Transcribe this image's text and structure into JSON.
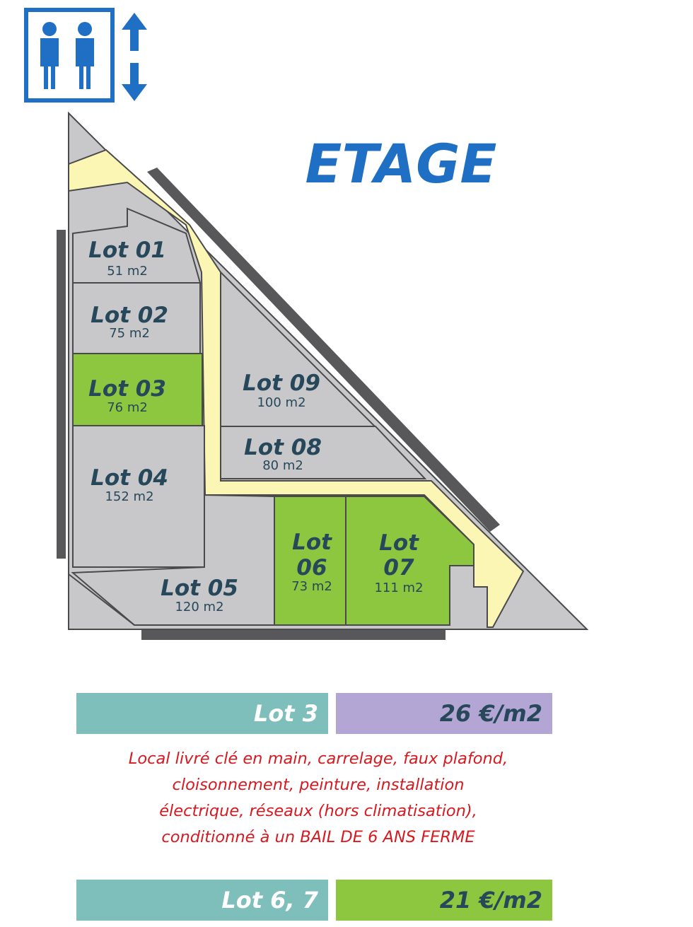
{
  "floor_title": "ETAGE",
  "colors": {
    "lot_available": "#8dc63f",
    "lot_standard": "#c8c8ca",
    "corridor": "#fbf6b3",
    "outline": "#4a4a4c",
    "wall": "#58585a",
    "brand_blue": "#1f6fc5",
    "label_teal": "#7fbfbb",
    "price_lavender": "#b3a6d5",
    "price_green": "#8dc63f",
    "note_red": "#d71920"
  },
  "icons": {
    "elevator": "elevator-icon"
  },
  "lots": [
    {
      "id": "01",
      "name": "Lot 01",
      "area": "51 m2",
      "available": false
    },
    {
      "id": "02",
      "name": "Lot 02",
      "area": "75 m2",
      "available": false
    },
    {
      "id": "03",
      "name": "Lot 03",
      "area": "76 m2",
      "available": true
    },
    {
      "id": "04",
      "name": "Lot 04",
      "area": "152 m2",
      "available": false
    },
    {
      "id": "05",
      "name": "Lot 05",
      "area": "120 m2",
      "available": false
    },
    {
      "id": "06",
      "name_line1": "Lot",
      "name_line2": "06",
      "area": "73 m2",
      "available": true
    },
    {
      "id": "07",
      "name_line1": "Lot",
      "name_line2": "07",
      "area": "111 m2",
      "available": true
    },
    {
      "id": "08",
      "name": "Lot 08",
      "area": "80 m2",
      "available": false
    },
    {
      "id": "09",
      "name": "Lot 09",
      "area": "100 m2",
      "available": false
    }
  ],
  "offers": [
    {
      "label": "Lot 3",
      "price": "26 €/m2",
      "note_lines": [
        "Local livré clé en main, carrelage, faux plafond,",
        "cloisonnement, peinture, installation",
        "électrique, réseaux (hors climatisation),",
        "conditionné à un BAIL DE 6 ANS FERME"
      ]
    },
    {
      "label": "Lot 6, 7",
      "price": "21 €/m2"
    }
  ]
}
